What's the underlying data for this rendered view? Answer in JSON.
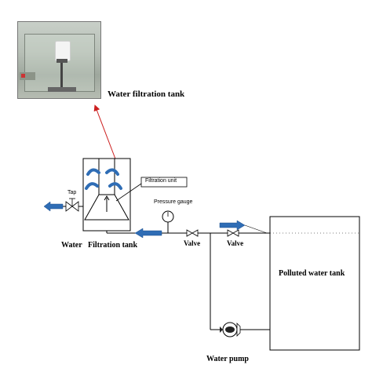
{
  "labels": {
    "water_filtration_tank_photo": "Water filtration tank",
    "filtration_unit": "Filtration unit",
    "tap": "Tap",
    "pressure_gauge": "Pressure gauge",
    "valve_1": "Valve",
    "valve_2": "Valve",
    "water_filtration_tank_diagram": "Water   Filtration tank",
    "polluted_water_tank": "Polluted water tank",
    "water_pump": "Water pump"
  },
  "colors": {
    "arrow_red": "#cc1f1f",
    "flow_blue": "#2f6db5",
    "line": "#000000"
  }
}
